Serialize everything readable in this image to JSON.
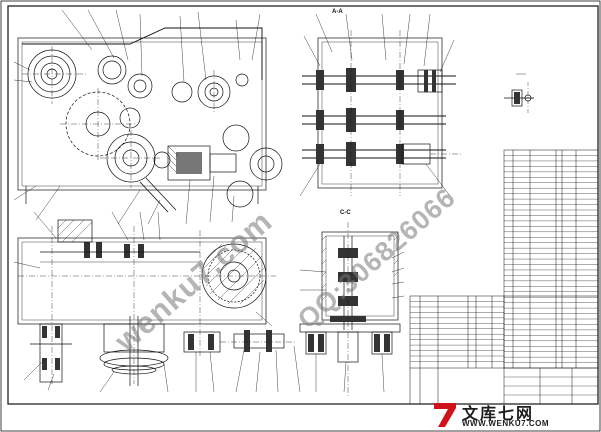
{
  "watermark": {
    "primary": "wenku7.com",
    "secondary": "QQ:306826066"
  },
  "views": {
    "section_a_label": "A-A",
    "section_c_label": "C-C"
  },
  "brand": {
    "name": "文库七网",
    "url": "WWW.WENKU7.COM",
    "mark_icon": "seven-logo-icon",
    "mark_color": "#d0121b"
  }
}
